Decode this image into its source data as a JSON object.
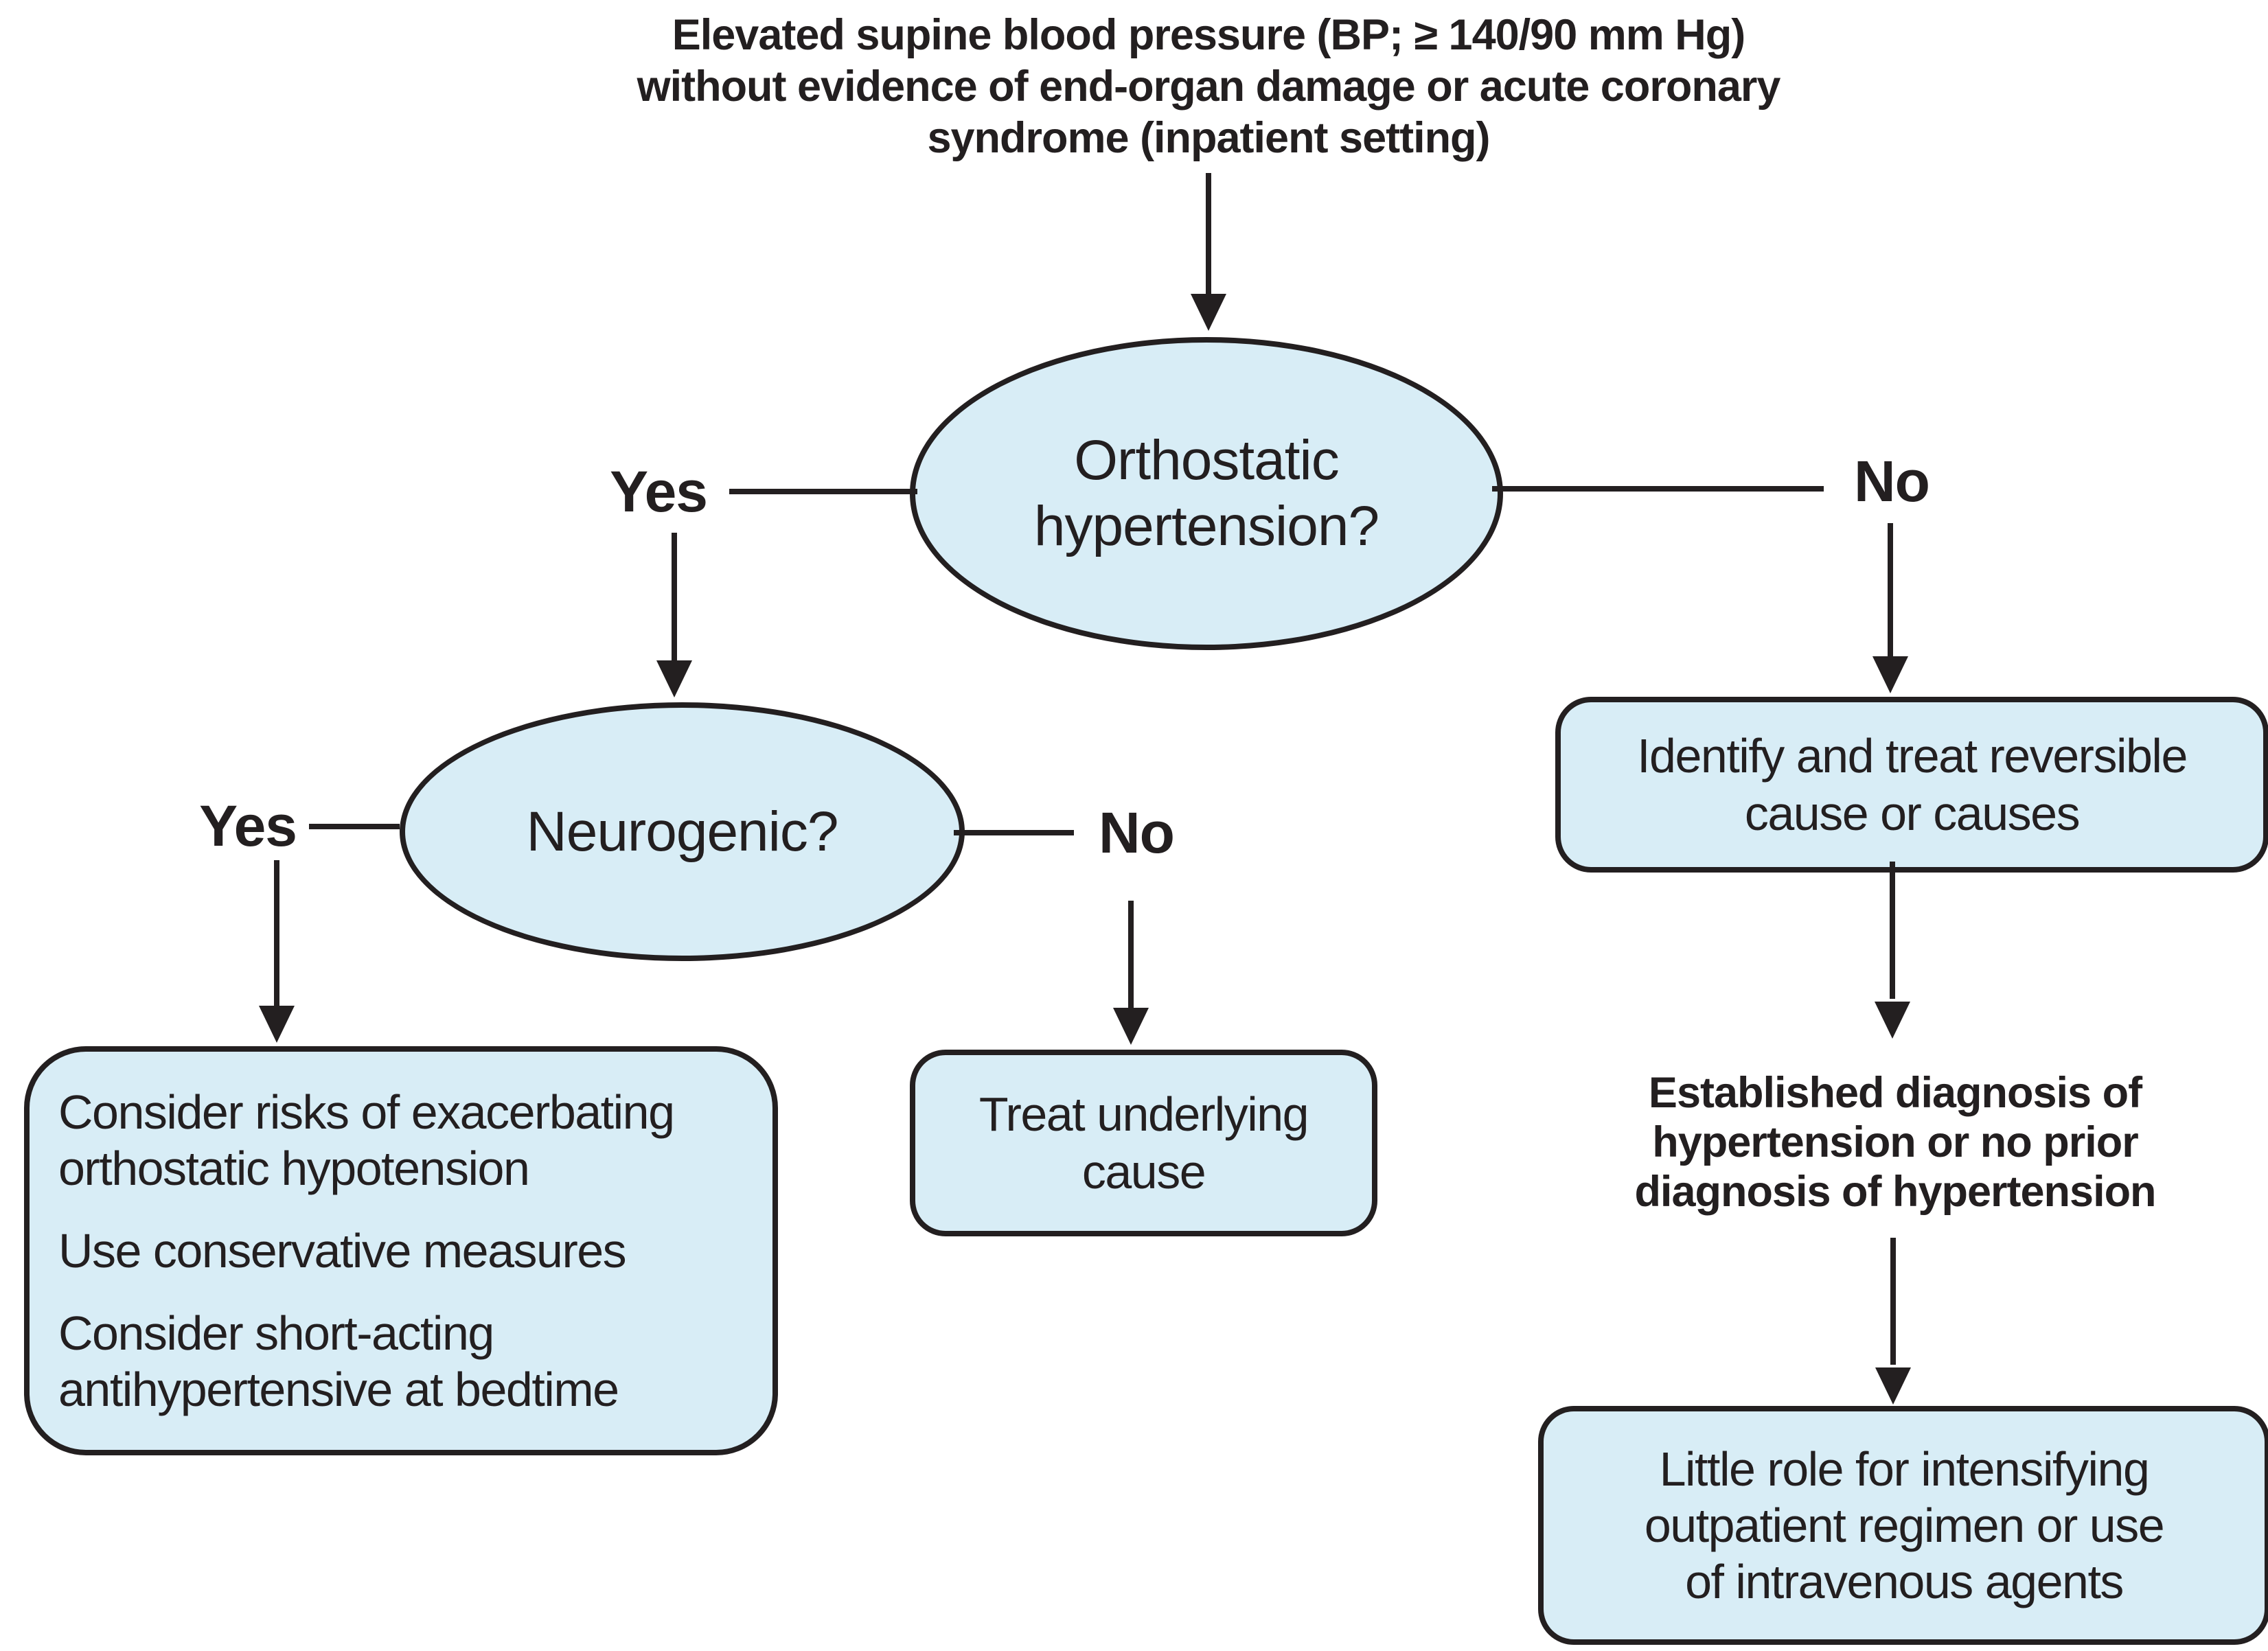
{
  "colors": {
    "node_fill": "#d8edf6",
    "line_and_text": "#231f20",
    "background": "#ffffff"
  },
  "header": {
    "title": "Elevated supine blood pressure (BP; ≥ 140/90 mm Hg)\nwithout evidence of end-organ damage or acute coronary\nsyndrome (inpatient setting)"
  },
  "decisions": {
    "orthostatic": "Orthostatic\nhypertension?",
    "neurogenic": "Neurogenic?"
  },
  "branch_labels": {
    "orthostatic_yes": "Yes",
    "orthostatic_no": "No",
    "neurogenic_yes": "Yes",
    "neurogenic_no": "No"
  },
  "boxes": {
    "consider": {
      "item1": "Consider risks of exacerbating\northostatic hypotension",
      "item2": "Use conservative measures",
      "item3": "Consider short-acting\nantihypertensive at bedtime"
    },
    "treat_underlying": "Treat underlying\ncause",
    "identify": "Identify and treat reversible\ncause or causes",
    "little_role": "Little role for intensifying\noutpatient regimen or use\nof intravenous agents"
  },
  "notes": {
    "established": "Established diagnosis of\nhypertension or no prior\ndiagnosis of hypertension"
  }
}
